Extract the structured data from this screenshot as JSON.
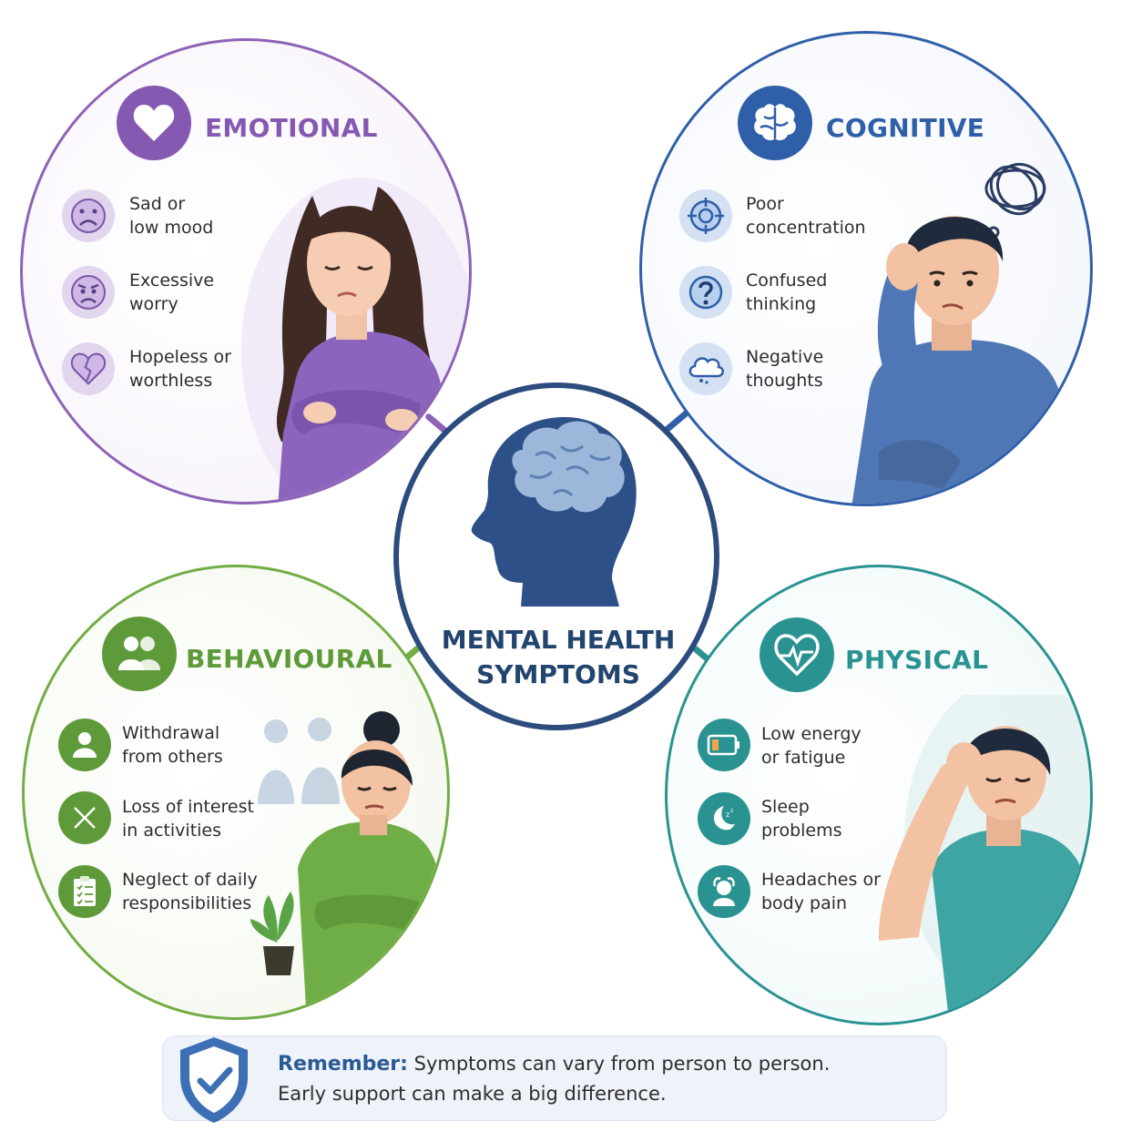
{
  "center": {
    "title_line1": "MENTAL HEALTH",
    "title_line2": "SYMPTOMS",
    "icon": "head-brain-icon"
  },
  "categories": [
    {
      "key": "emotional",
      "title": "EMOTIONAL",
      "color": "#8d63b5",
      "icon": "heart-icon",
      "items": [
        {
          "line1": "Sad or",
          "line2": "low mood",
          "icon": "sad-face-icon"
        },
        {
          "line1": "Excessive",
          "line2": "worry",
          "icon": "worried-face-icon"
        },
        {
          "line1": "Hopeless or",
          "line2": "worthless",
          "icon": "broken-heart-icon"
        }
      ]
    },
    {
      "key": "cognitive",
      "title": "COGNITIVE",
      "color": "#2f5fa8",
      "icon": "brain-icon",
      "items": [
        {
          "line1": "Poor",
          "line2": "concentration",
          "icon": "target-icon"
        },
        {
          "line1": "Confused",
          "line2": "thinking",
          "icon": "question-icon"
        },
        {
          "line1": "Negative",
          "line2": "thoughts",
          "icon": "cloud-icon"
        }
      ]
    },
    {
      "key": "behavioural",
      "title": "BEHAVIOURAL",
      "color": "#5f9c36",
      "icon": "people-icon",
      "items": [
        {
          "line1": "Withdrawal",
          "line2": "from others",
          "icon": "person-icon"
        },
        {
          "line1": "Loss of interest",
          "line2": "in activities",
          "icon": "cross-icon"
        },
        {
          "line1": "Neglect of daily",
          "line2": "responsibilities",
          "icon": "checklist-icon"
        }
      ]
    },
    {
      "key": "physical",
      "title": "PHYSICAL",
      "color": "#2a9392",
      "icon": "heartbeat-icon",
      "items": [
        {
          "line1": "Low energy",
          "line2": "or fatigue",
          "icon": "low-battery-icon"
        },
        {
          "line1": "Sleep",
          "line2": "problems",
          "icon": "moon-icon"
        },
        {
          "line1": "Headaches or",
          "line2": "body pain",
          "icon": "headache-icon"
        }
      ]
    }
  ],
  "note": {
    "label": "Remember:",
    "line1": "Symptoms can vary from person to person.",
    "line2": "Early support can make a big difference.",
    "icon": "shield-check-icon"
  }
}
